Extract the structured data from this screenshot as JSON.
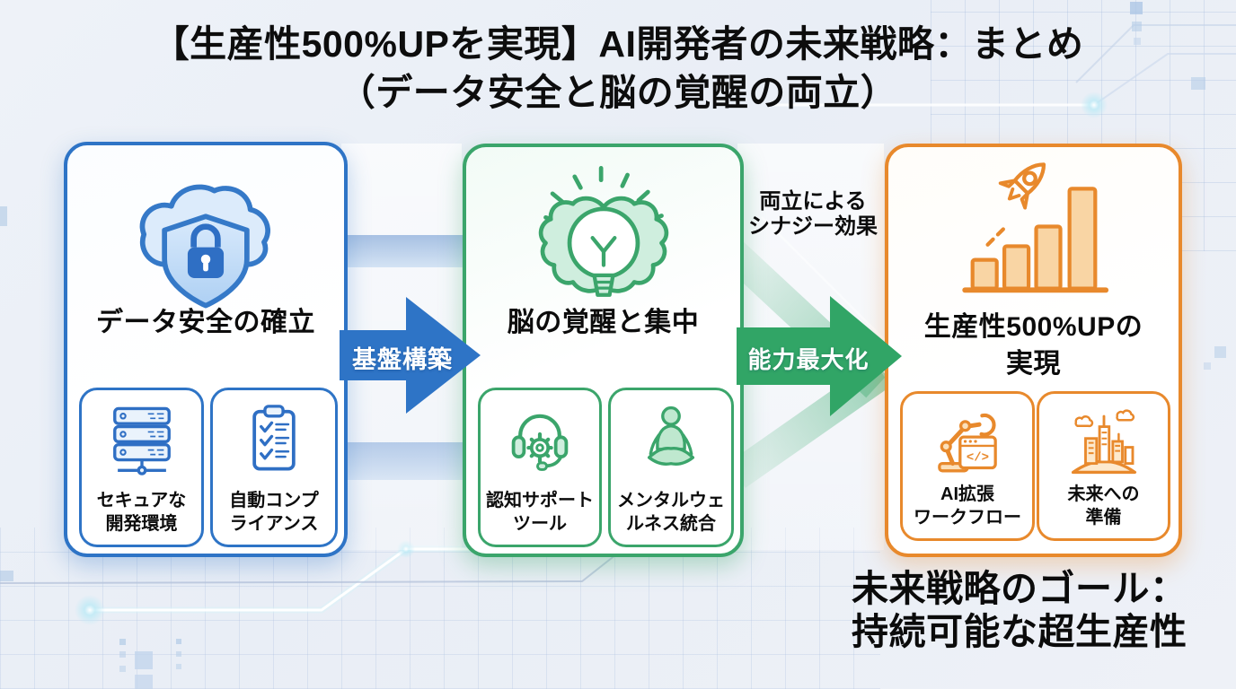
{
  "title": {
    "line1": "【生産性500%UPを実現】AI開発者の未来戦略：まとめ",
    "line2": "（データ安全と脳の覚醒の両立）"
  },
  "flow": {
    "step1": {
      "label": "データ安全の確立",
      "icon": "cloud-shield-lock-icon",
      "accent_color": "#2e74c6",
      "sub_items": [
        {
          "icon": "server-stack-icon",
          "label_line1": "セキュアな",
          "label_line2": "開発環境"
        },
        {
          "icon": "clipboard-checklist-icon",
          "label_line1": "自動コンプ",
          "label_line2": "ライアンス"
        }
      ]
    },
    "step2": {
      "label": "脳の覚醒と集中",
      "icon": "brain-lightbulb-icon",
      "accent_color": "#3ba56b",
      "sub_items": [
        {
          "icon": "headset-gear-icon",
          "label_line1": "認知サポート",
          "label_line2": "ツール"
        },
        {
          "icon": "meditation-icon",
          "label_line1": "メンタルウェ",
          "label_line2": "ルネス統合"
        }
      ]
    },
    "step3": {
      "label_line1": "生産性500%UPの",
      "label_line2": "実現",
      "icon": "rocket-growth-chart-icon",
      "accent_color": "#e8892c",
      "sub_items": [
        {
          "icon": "robot-arm-code-icon",
          "label_line1": "AI拡張",
          "label_line2": "ワークフロー",
          "code_text": "</>"
        },
        {
          "icon": "future-city-icon",
          "label_line1": "未来への",
          "label_line2": "準備"
        }
      ]
    },
    "arrow1": {
      "label": "基盤構築",
      "color": "#2e74c6"
    },
    "arrow2": {
      "label": "能力最大化",
      "color": "#31a566"
    },
    "annotation": {
      "line1": "両立による",
      "line2": "シナジー効果"
    }
  },
  "goal": {
    "line1": "未来戦略のゴール：",
    "line2": "持続可能な超生産性"
  },
  "colors": {
    "background": "#edf1f7",
    "step1_accent": "#2e74c6",
    "step2_accent": "#3ba56b",
    "step3_accent": "#e8892c",
    "arrow1_fill": "#2e74c6",
    "arrow2_fill": "#31a566",
    "title_text": "#0d0d0d",
    "arrow_label_text": "#ffffff"
  }
}
